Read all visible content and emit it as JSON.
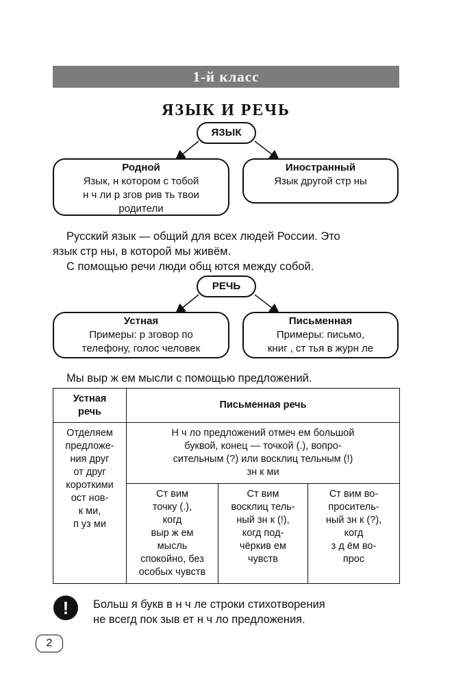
{
  "header": {
    "grade": "1-й класс"
  },
  "section_title": "ЯЗЫК И РЕЧЬ",
  "language": {
    "node": "ЯЗЫК",
    "native": {
      "title": "Родной",
      "lines": [
        "Язык, н котором с тобой",
        "н ч ли р згов рив ть твои",
        "родители"
      ]
    },
    "foreign": {
      "title": "Иностранный",
      "lines": [
        "Язык другой стр ны"
      ]
    }
  },
  "paragraphs": {
    "p1_line1": "Русский язык — общий для всех людей России. Это",
    "p1_line2": "язык стр ны, в которой мы живём.",
    "p2": "С помощью речи люди общ ются между собой."
  },
  "speech": {
    "node": "РЕЧЬ",
    "oral": {
      "title": "Устная",
      "lines": [
        "Примеры: р зговор по",
        "телефону, голос человек"
      ]
    },
    "written": {
      "title": "Письменная",
      "lines": [
        "Примеры: письмо,",
        "книг , ст тья в журн ле"
      ]
    }
  },
  "sentence_intro": "Мы выр ж ем мысли с помощью предложений.",
  "table": {
    "col1_header": [
      "Устная",
      "речь"
    ],
    "col2_header": "Письменная речь",
    "oral_text": [
      "Отделяем",
      "предложе-",
      "ния друг",
      "от друг",
      "короткими",
      "ост нов-",
      "к ми,",
      "п уз ми"
    ],
    "written_general": [
      "Н ч ло предложений отмеч ем большой",
      "буквой,   конец — точкой (.), вопро-",
      "сительным (?) или восклиц тельным (!)",
      "зн к ми"
    ],
    "cells": [
      [
        "Ст вим",
        "точку (.),",
        "когд",
        "выр ж ем",
        "мысль",
        "спокойно, без",
        "особых чувств"
      ],
      [
        "Ст вим",
        "восклиц тель-",
        "ный зн к (!),",
        "когд  под-",
        "чёркив ем",
        "чувств"
      ],
      [
        "Ст вим во-",
        "проситель-",
        "ный зн к (?),",
        "когд",
        "з д ём во-",
        "прос"
      ]
    ]
  },
  "note": {
    "icon": "!",
    "line1": "Больш я букв   в н ч ле строки стихотворения",
    "line2": "не всегд  пок зыв ет н ч ло предложения."
  },
  "page_number": "2"
}
